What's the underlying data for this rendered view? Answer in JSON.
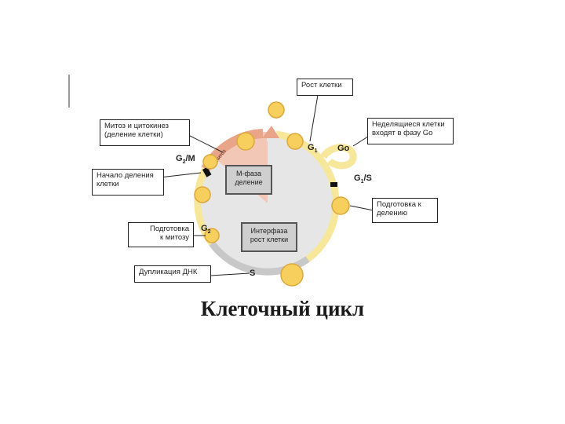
{
  "title": "Клеточный цикл",
  "callouts": {
    "mitosis": [
      "Митоз и цитокинез",
      "(деление клетки)"
    ],
    "division_start": [
      "Начало деления",
      "клетки"
    ],
    "prep_mitosis": [
      "Подготовка",
      "к митозу"
    ],
    "dna_dup": [
      "Дупликация ДНК"
    ],
    "growth": [
      "Рост клетки"
    ],
    "g0_entry": [
      "Неделящиеся клетки",
      "входят в фазу Go"
    ],
    "prep_division": [
      "Подготовка к",
      "делению"
    ]
  },
  "center": {
    "m_phase": [
      "М-фаза",
      "деление"
    ],
    "interphase": [
      "Интерфаза",
      "рост клетки"
    ]
  },
  "phases": {
    "g1_base": "G",
    "g1_sub": "1",
    "g0": "Go",
    "g1s_base": "G",
    "g1s_sub": "1",
    "g1s_tail": "/S",
    "g2m_base": "G",
    "g2m_sub": "2",
    "g2m_tail": "/M",
    "g2_base": "G",
    "g2_sub": "2",
    "s": "S",
    "mitosis_arc": "Митоз"
  },
  "colors": {
    "cycle_fill": "#e6e6e6",
    "g1_arc": "#f7e79b",
    "s_arc": "#c8c8c8",
    "m_arc": "#e9a58a",
    "cell": "#f6cf5c",
    "cell_edge": "#dca83c"
  }
}
